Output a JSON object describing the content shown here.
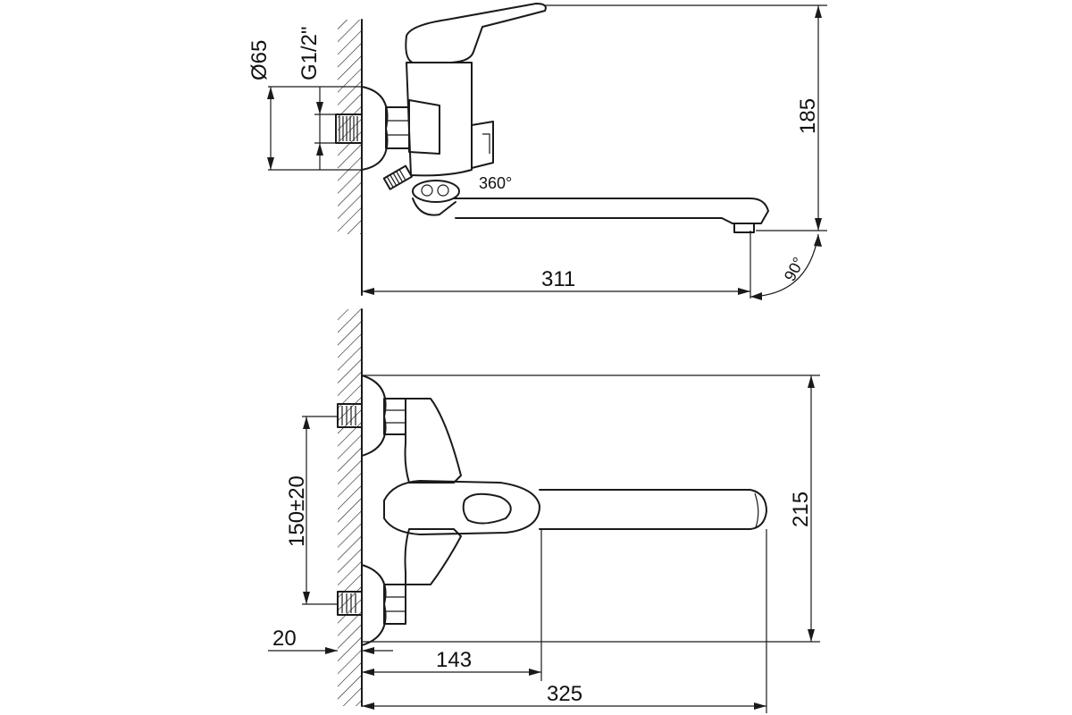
{
  "dimensions": {
    "diameter": "Ø65",
    "thread": "G1/2\"",
    "rotation": "360°",
    "height_185": "185",
    "reach_311": "311",
    "angle": "90°",
    "span_150": "150±20",
    "height_215": "215",
    "offset_20": "20",
    "handle_143": "143",
    "total_325": "325"
  }
}
